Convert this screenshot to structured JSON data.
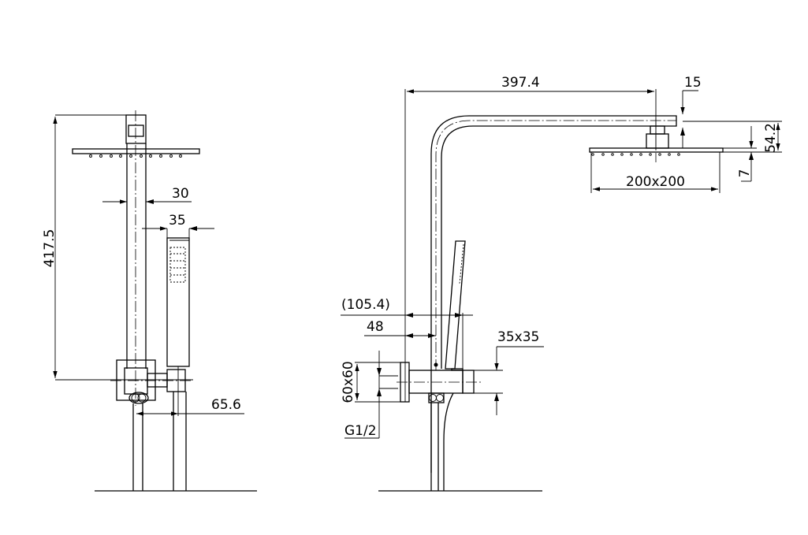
{
  "drawing": {
    "side_view": {
      "dimensions": {
        "total_height": "417.5",
        "pole_width": "30",
        "hand_shower_width": "35",
        "hose_spacing": "65.6"
      }
    },
    "front_view": {
      "dimensions": {
        "arm_reach": "397.4",
        "arm_thickness": "15",
        "head_drop": "54.2",
        "head_thickness": "7",
        "head_size": "200x200",
        "holder_offset": "(105.4)",
        "pole_offset": "48",
        "valve_size": "35x35",
        "wall_plate_size": "60x60",
        "thread": "G1/2"
      }
    }
  }
}
